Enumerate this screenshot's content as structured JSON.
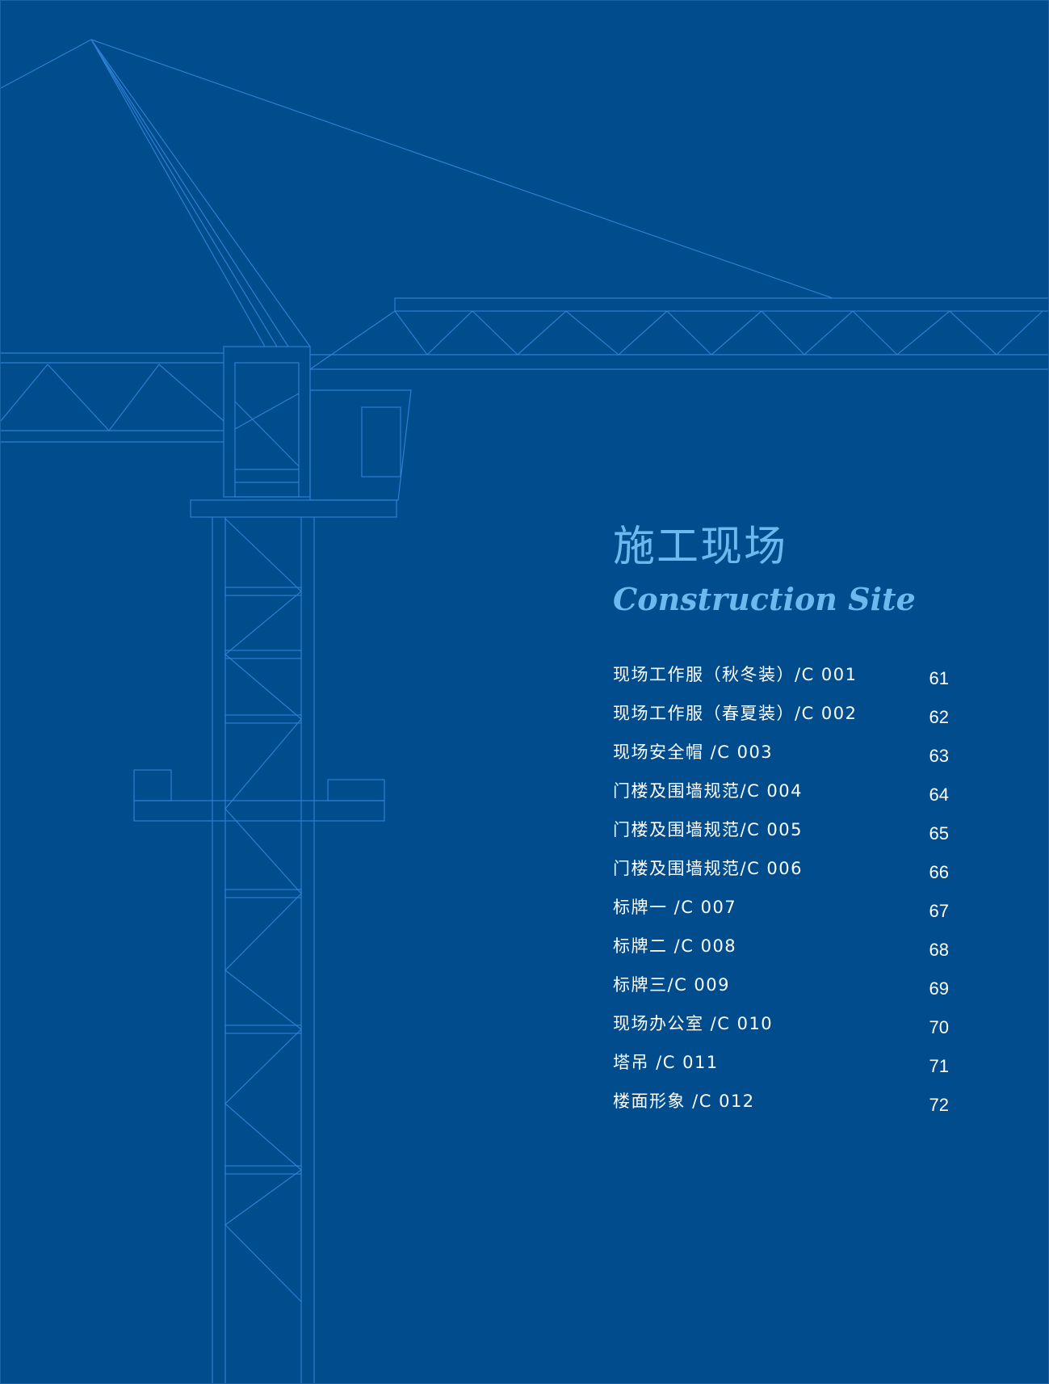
{
  "section": {
    "title_cn": "施工现场",
    "title_en": "Construction Site"
  },
  "toc": [
    {
      "label": "现场工作服（秋冬装）/C 001",
      "page": "61"
    },
    {
      "label": "现场工作服（春夏装）/C 002",
      "page": "62"
    },
    {
      "label": "现场安全帽 /C 003",
      "page": "63"
    },
    {
      "label": "门楼及围墙规范/C 004",
      "page": "64"
    },
    {
      "label": "门楼及围墙规范/C 005",
      "page": "65"
    },
    {
      "label": "门楼及围墙规范/C 006",
      "page": "66"
    },
    {
      "label": "标牌一 /C 007",
      "page": "67"
    },
    {
      "label": "标牌二 /C 008",
      "page": "68"
    },
    {
      "label": "标牌三/C 009",
      "page": "69"
    },
    {
      "label": "现场办公室 /C 010",
      "page": "70"
    },
    {
      "label": "塔吊 /C 011",
      "page": "71"
    },
    {
      "label": "楼面形象 /C 012",
      "page": "72"
    }
  ],
  "colors": {
    "background": "#004C8C",
    "line_art": "#2E7FD1",
    "title": "#6DB8EE",
    "text": "#FFFFFF"
  },
  "icons": {
    "illustration": "tower-crane-line-art"
  }
}
